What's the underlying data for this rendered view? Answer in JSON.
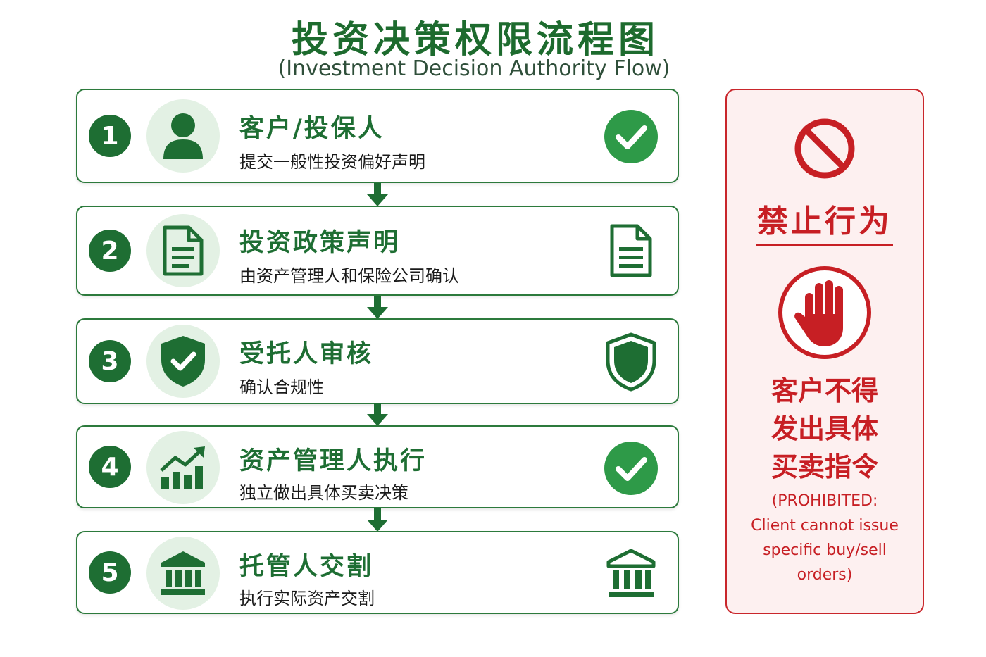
{
  "header": {
    "title": "投资决策权限流程图",
    "subtitle": "(Investment Decision Authority Flow)"
  },
  "steps": [
    {
      "number": "1",
      "title": "客户/投保人",
      "desc": "提交一般性投资偏好声明",
      "icon": "person-icon",
      "status_icon": "check-circle-icon"
    },
    {
      "number": "2",
      "title": "投资政策声明",
      "desc": "由资产管理人和保险公司确认",
      "icon": "document-icon",
      "status_icon": "document-icon"
    },
    {
      "number": "3",
      "title": "受托人审核",
      "desc": "确认合规性",
      "icon": "shield-check-icon",
      "status_icon": "shield-icon"
    },
    {
      "number": "4",
      "title": "资产管理人执行",
      "desc": "独立做出具体买卖决策",
      "icon": "growth-chart-icon",
      "status_icon": "check-circle-icon"
    },
    {
      "number": "5",
      "title": "托管人交割",
      "desc": "执行实际资产交割",
      "icon": "bank-icon",
      "status_icon": "bank-icon"
    }
  ],
  "prohibited": {
    "title": "禁止行为",
    "note_lines": [
      "客户不得",
      "发出具体",
      "买卖指令"
    ],
    "english_lines": [
      "(PROHIBITED:",
      "Client cannot issue",
      "specific buy/sell",
      "orders)"
    ],
    "icons": [
      "prohibited-icon",
      "stop-hand-icon"
    ]
  },
  "colors": {
    "primary_green": "#1e6e33",
    "light_green": "#e3f1e4",
    "check_green": "#2e9a48",
    "alert_red": "#c71f24",
    "panel_bg": "#fdf0f0"
  }
}
